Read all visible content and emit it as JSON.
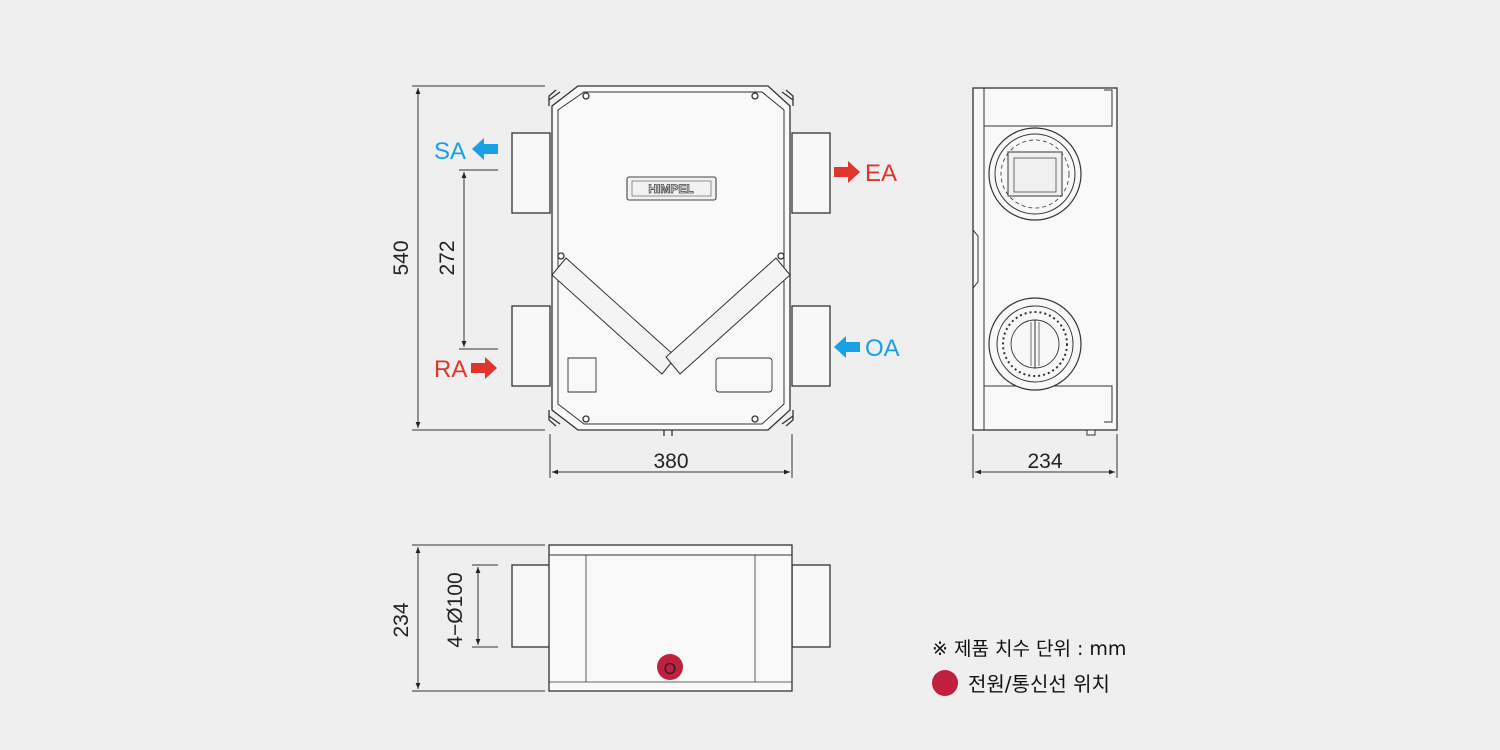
{
  "brand": "HIMPEL",
  "colors": {
    "blue": "#1aa0e6",
    "red": "#e0342c",
    "power": "#c0203e"
  },
  "flows": {
    "sa": {
      "label": "SA",
      "icon": "arrow-left-icon"
    },
    "ra": {
      "label": "RA",
      "icon": "arrow-right-icon"
    },
    "ea": {
      "label": "EA",
      "icon": "arrow-right-icon"
    },
    "oa": {
      "label": "OA",
      "icon": "arrow-left-icon"
    }
  },
  "dims": {
    "height": "540",
    "duct_pitch": "272",
    "width": "380",
    "side_depth": "234",
    "bottom_depth": "234",
    "duct_dia": "4−Ø100"
  },
  "power_marker": "O",
  "legend": {
    "note": "※ 제품 치수 단위 : mm",
    "power": "전원/통신선 위치"
  }
}
